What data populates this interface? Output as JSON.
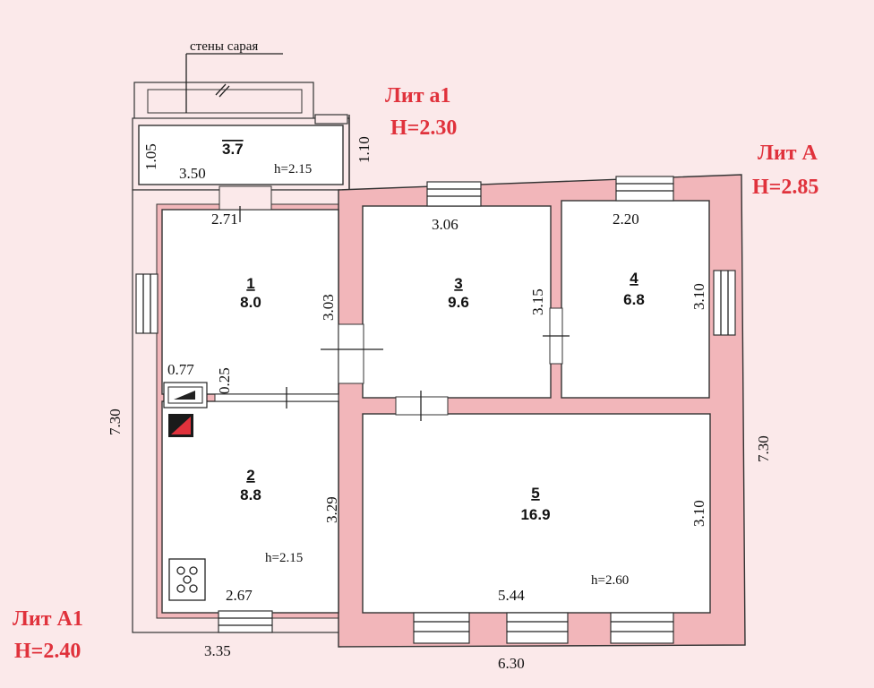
{
  "shed_label": "стены сарая",
  "lit_a1_small": {
    "name": "Лит а1",
    "height": "H=2.30"
  },
  "lit_A": {
    "name": "Лит А",
    "height": "H=2.85"
  },
  "lit_A1": {
    "name": "Лит А1",
    "height": "H=2.40"
  },
  "porch": {
    "number": "3.7",
    "height": "h=2.15",
    "dim_width": "3.50",
    "dim_left": "1.05",
    "dim_right": "1.10"
  },
  "rooms": [
    {
      "number": "1",
      "area": "8.0"
    },
    {
      "number": "2",
      "area": "8.8"
    },
    {
      "number": "3",
      "area": "9.6"
    },
    {
      "number": "4",
      "area": "6.8"
    },
    {
      "number": "5",
      "area": "16.9"
    }
  ],
  "dims": {
    "r1_width": "2.71",
    "r1_height": "3.03",
    "r3_width": "3.06",
    "r3_height": "3.15",
    "r4_width": "2.20",
    "r4_height": "3.10",
    "r5_width": "5.44",
    "r5_height": "3.10",
    "r2_width": "2.67",
    "r2_height": "3.29",
    "stove_w": "0.77",
    "stove_h": "0.25",
    "left_total": "7.30",
    "right_total": "7.30",
    "bottom_left": "3.35",
    "bottom_right": "6.30"
  },
  "heights": {
    "r2": "h=2.15",
    "r5": "h=2.60"
  }
}
